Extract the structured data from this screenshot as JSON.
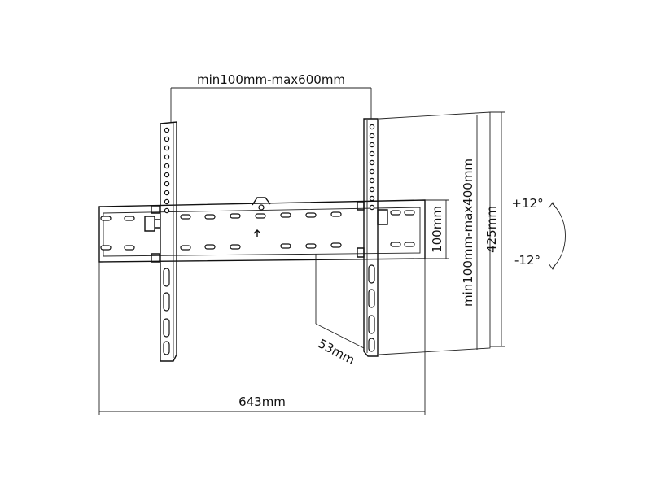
{
  "dimensions": {
    "vesa_width": "min100mm-max600mm",
    "vesa_height": "min100mm-max400mm",
    "overall_height": "425mm",
    "rail_height": "100mm",
    "wall_depth": "53mm",
    "overall_width": "643mm"
  },
  "tilt": {
    "up": "+12°",
    "down": "-12°"
  }
}
